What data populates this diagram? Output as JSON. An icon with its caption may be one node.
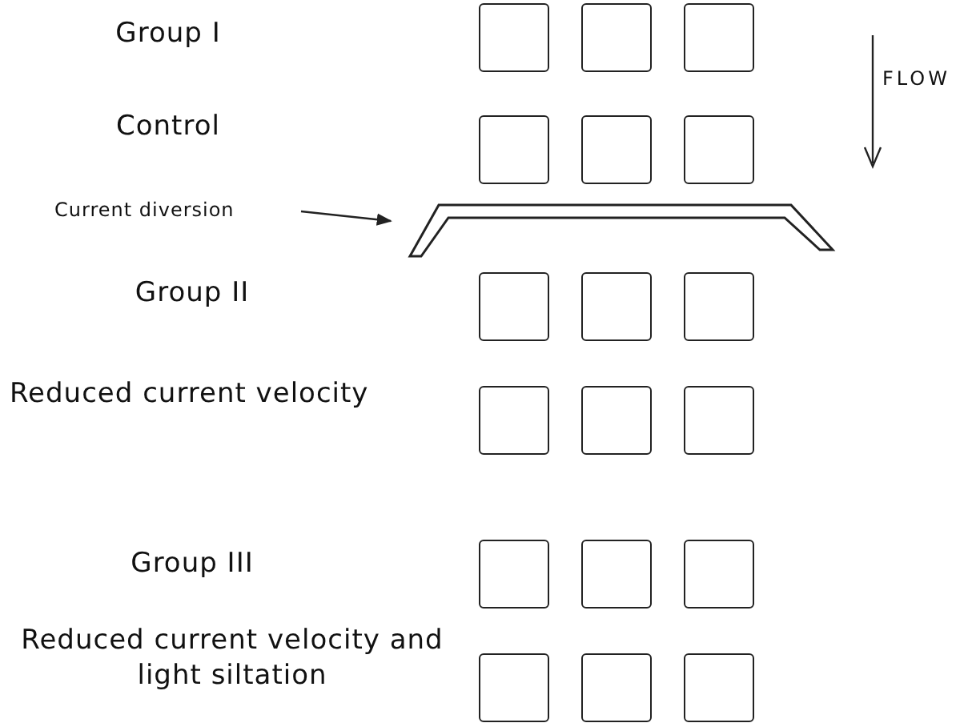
{
  "diagram": {
    "nodes": [
      {
        "text": [],
        "shape": "box"
      },
      {
        "text": [],
        "shape": "box"
      },
      {
        "text": [],
        "shape": "box"
      },
      {
        "text": [],
        "shape": "box"
      },
      {
        "text": [],
        "shape": "box"
      },
      {
        "text": [],
        "shape": "box"
      },
      {
        "text": [
          "Current diversion"
        ]
      },
      {
        "text": [],
        "shape": "bar"
      },
      {
        "text": [],
        "shape": "box"
      },
      {
        "text": [],
        "shape": "box"
      },
      {
        "text": [],
        "shape": "box"
      },
      {
        "text": [],
        "shape": "box"
      },
      {
        "text": [],
        "shape": "box"
      },
      {
        "text": [],
        "shape": "box"
      },
      {
        "text": [],
        "shape": "box"
      },
      {
        "text": [],
        "shape": "box"
      },
      {
        "text": [],
        "shape": "box"
      },
      {
        "text": [],
        "shape": "box"
      },
      {
        "text": [],
        "shape": "box"
      },
      {
        "text": [],
        "shape": "box"
      }
    ],
    "edges": [
      {
        "from": 6,
        "to": 7,
        "arrow": "to"
      }
    ],
    "labels": [
      "Group I",
      "FLOW",
      "Control",
      "Group II",
      "Reduced current velocity",
      "Group III",
      "Reduced current velocity and light siltation"
    ]
  }
}
